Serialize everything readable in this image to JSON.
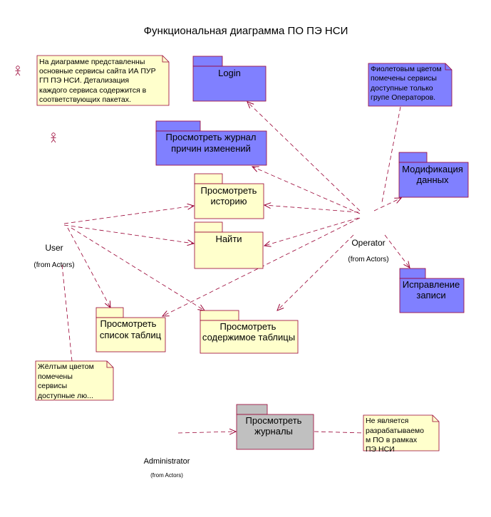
{
  "title": "Функциональная диаграмма ПО ПЭ НСИ",
  "colors": {
    "user_package": "#ffffcc",
    "operator_package": "#8080ff",
    "external_package": "#c0c0c0",
    "note": "#ffffcc",
    "border": "#990033",
    "line": "#990033"
  },
  "actors": {
    "user": {
      "name": "User",
      "source": "(from Actors)"
    },
    "operator": {
      "name": "Operator",
      "source": "(from Actors)"
    },
    "administrator": {
      "name": "Administrator",
      "source": "(from Actors)"
    }
  },
  "packages": {
    "login": [
      "Login"
    ],
    "view_change_log": [
      "Просмотреть журнал",
      "причин изменений"
    ],
    "view_history": [
      "Просмотреть",
      "историю"
    ],
    "find": [
      "Найти"
    ],
    "modify_data": [
      "Модификация",
      "данных"
    ],
    "fix_record": [
      "Исправление",
      "записи"
    ],
    "view_table_list": [
      "Просмотреть",
      "список таблиц"
    ],
    "view_table_content": [
      "Просмотреть",
      "содержимое таблицы"
    ],
    "view_logs": [
      "Просмотреть",
      "журналы"
    ]
  },
  "notes": {
    "intro": [
      "На диаграмме представленны",
      "основные сервисы сайта ИА ПУР",
      "ГП ПЭ НСИ. Детализация",
      "каждого сервиса содержится в",
      "соответствующих пакетах."
    ],
    "operator_color": [
      "Фиолетовым цветом",
      "помечены сервисы",
      "доступные только",
      "групе Операторов."
    ],
    "user_color": [
      "Жёлтым цветом",
      "помечены",
      "сервисы",
      "доступные лю..."
    ],
    "not_developed": [
      "Не является",
      "разрабатываемо",
      "м ПО в рамках",
      "ПЭ НСИ"
    ]
  }
}
